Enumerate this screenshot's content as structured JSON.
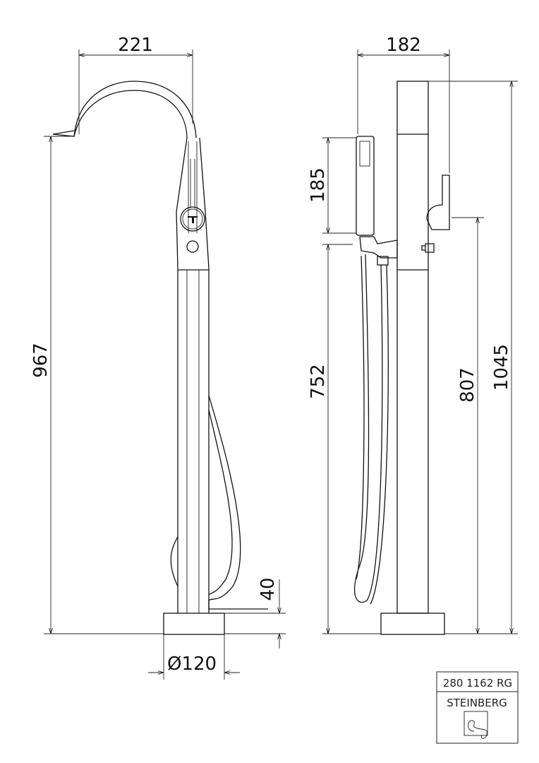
{
  "front_view": {
    "width_label": "221",
    "spout_height_label": "967",
    "base_height_label": "40",
    "base_diameter_label": "Ø120"
  },
  "side_view": {
    "width_label": "182",
    "handshower_length_label": "185",
    "holder_height_label": "752",
    "handle_height_label": "807",
    "total_height_label": "1045"
  },
  "title_block": {
    "article_number": "280 1162 RG",
    "brand": "STEINBERG"
  }
}
